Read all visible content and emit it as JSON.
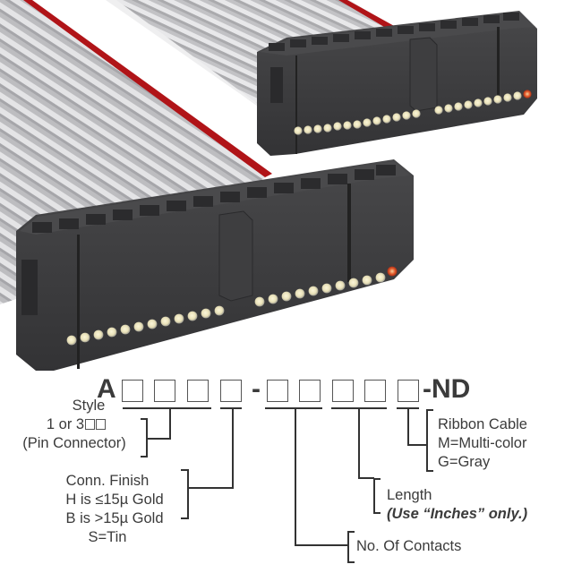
{
  "product_image": {
    "description": "Two dark gray IDC socket connectors joined by a gray flat ribbon cable with a red pin-1 stripe",
    "colors": {
      "connector_body": "#3c3c3e",
      "connector_shadow": "#2a2a2c",
      "ribbon_gray": "#c8c8ca",
      "ribbon_highlight": "#e6e6e8",
      "stripe_red": "#b01418",
      "contact_gold": "#f1ebcf",
      "pin1_marker": "#c0301a"
    }
  },
  "part_number": {
    "prefix": "A",
    "segment1_boxes": 4,
    "separator": "-",
    "segment2_boxes": 5,
    "suffix": "-ND"
  },
  "labels": {
    "style": {
      "title": "Style",
      "line1_text": "1 or 3",
      "line2": "(Pin Connector)"
    },
    "conn_finish": {
      "title": "Conn. Finish",
      "line1": "H is ≤15µ  Gold",
      "line2": "B is >15µ  Gold",
      "line3": "S=Tin"
    },
    "contacts": {
      "title": "No. Of Contacts"
    },
    "length": {
      "title": "Length",
      "note": "(Use “Inches” only.)"
    },
    "ribbon_cable": {
      "title": "Ribbon Cable",
      "line1": "M=Multi-color",
      "line2": "G=Gray"
    }
  },
  "line_color": "#333333"
}
